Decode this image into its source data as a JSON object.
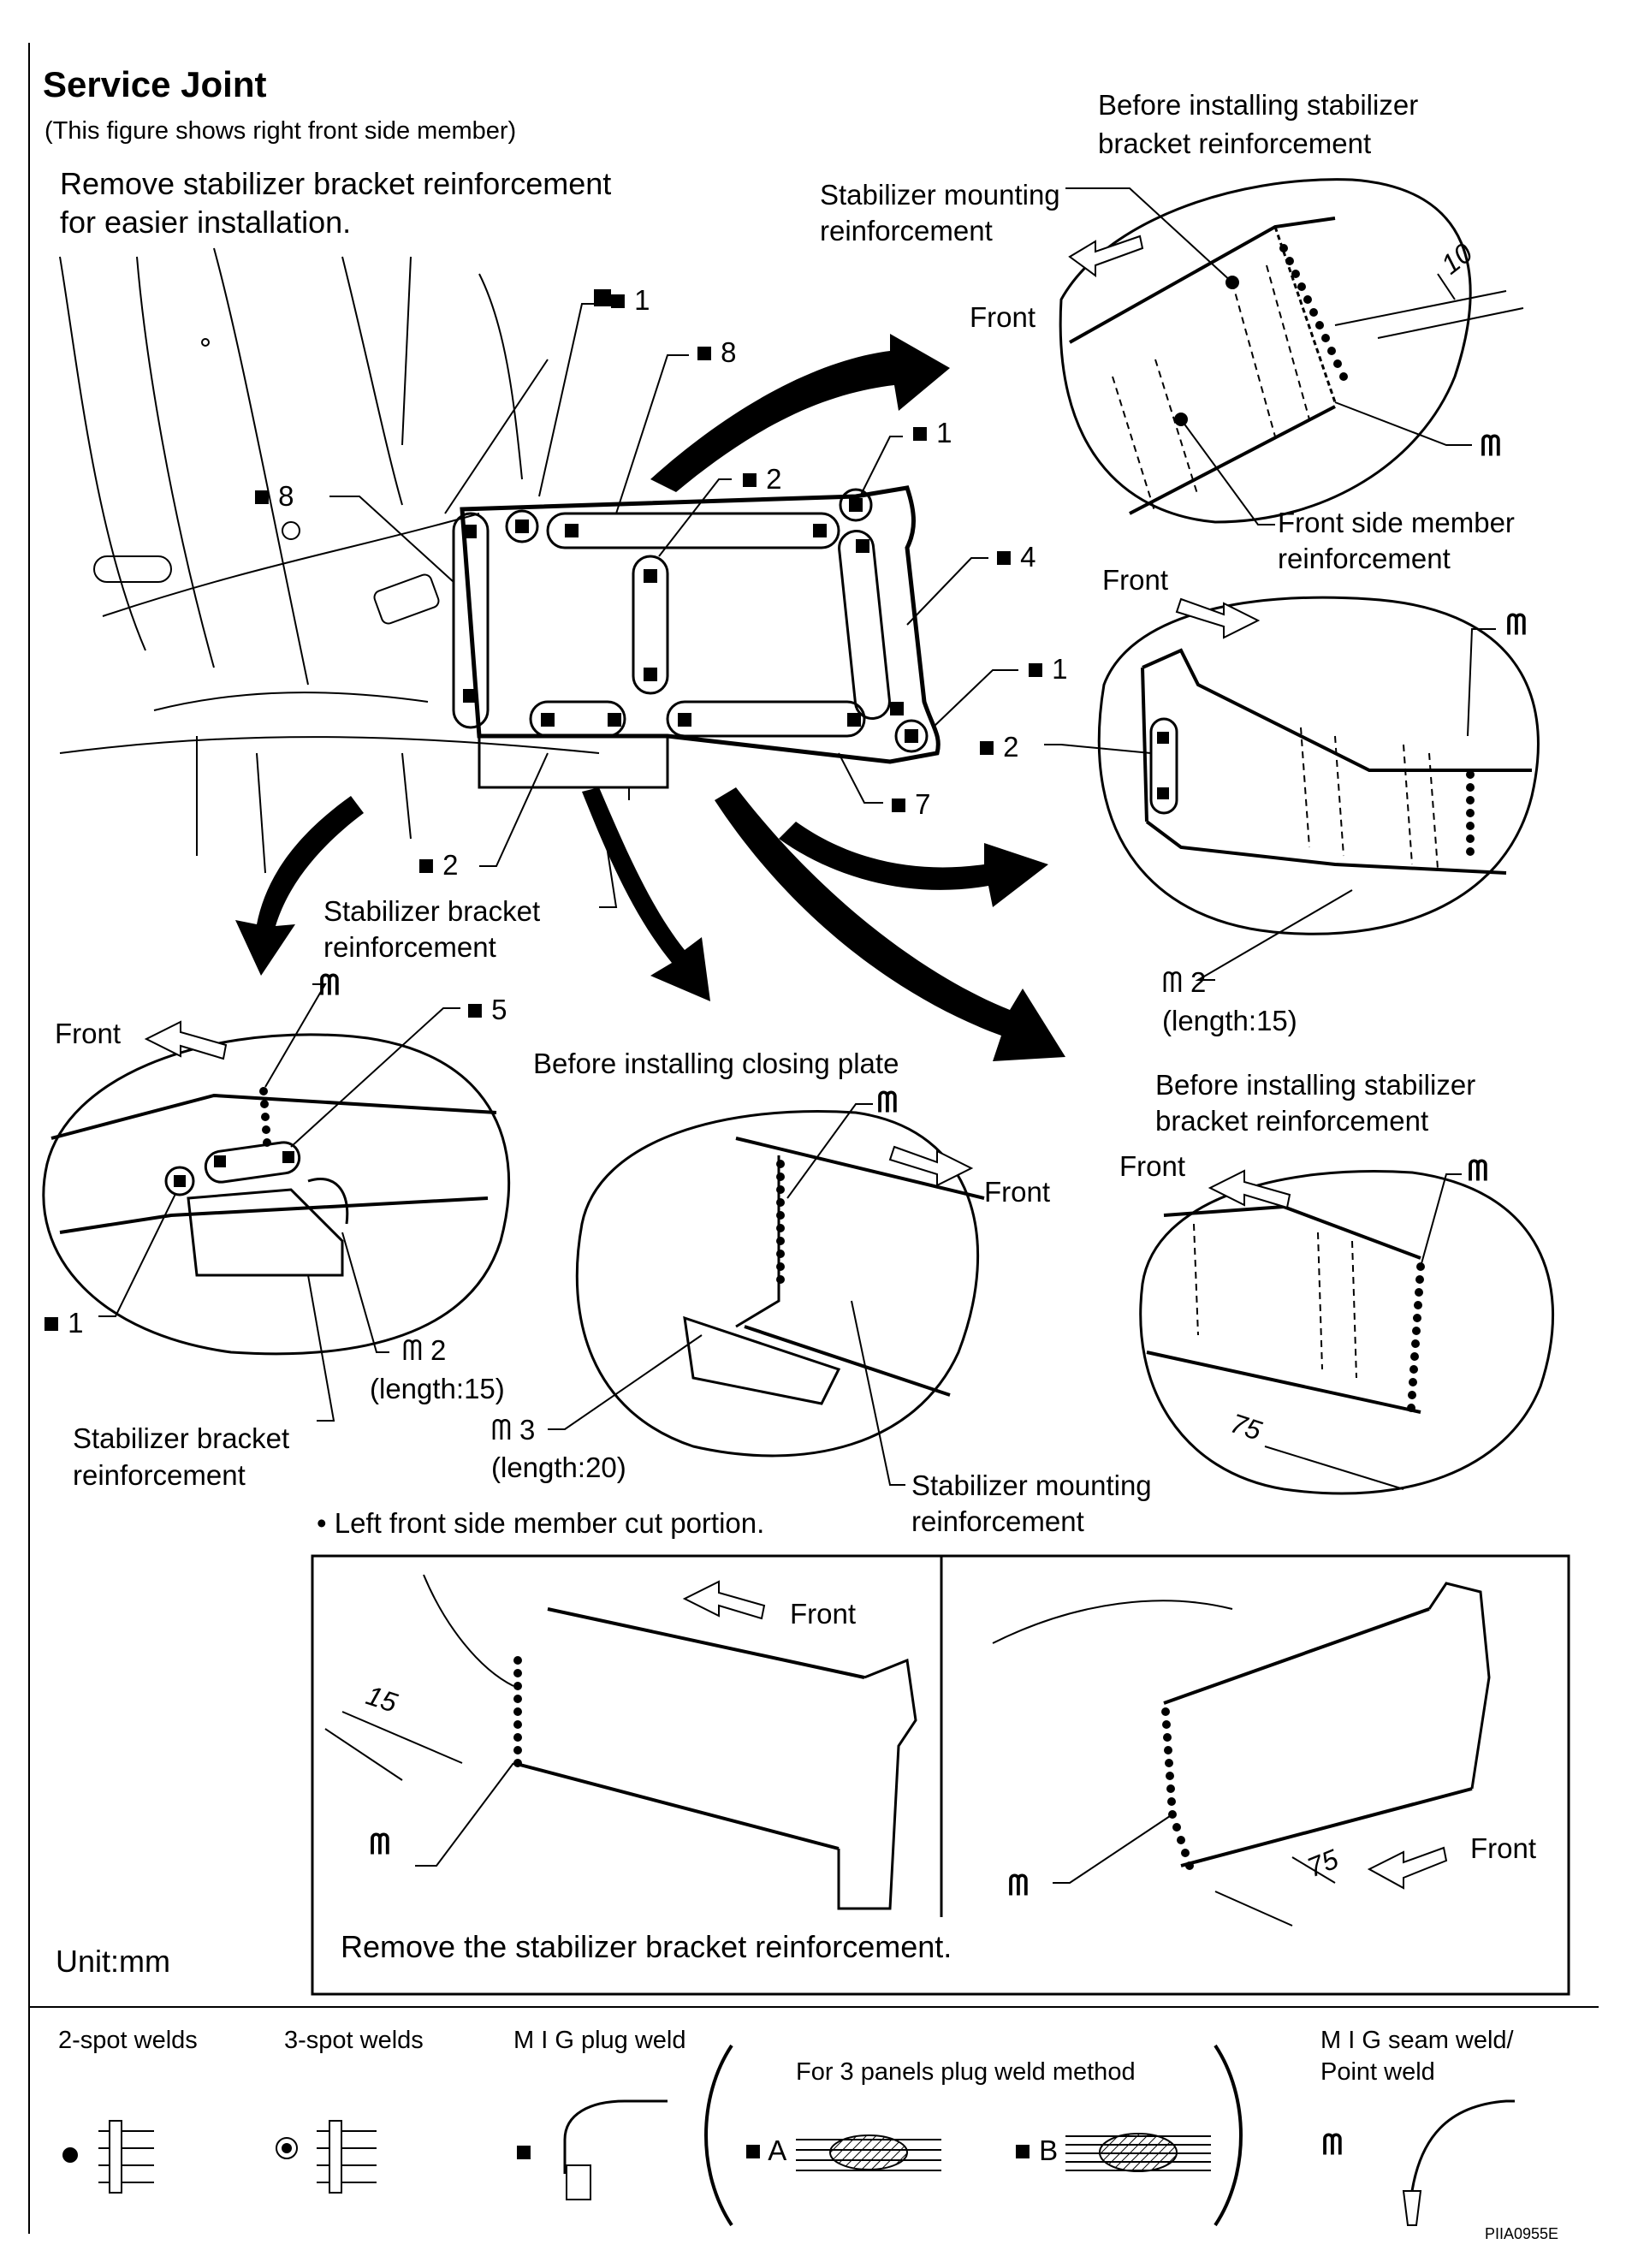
{
  "header": {
    "title": "Service Joint",
    "subtitle": "(This figure shows right front side member)",
    "instruction": [
      "Remove stabilizer bracket reinforcement",
      "for easier installation."
    ]
  },
  "callouts": {
    "c1": "■ 1",
    "c2": "■ 2",
    "c4": "■ 4",
    "c5": "■ 5",
    "c7": "■ 7",
    "c8": "■ 8",
    "mig": "ᗰ",
    "mig2": "ᗰ 2",
    "mig3": "ᗰ 3",
    "len15": "(length:15)",
    "len20": "(length:20)",
    "front": "Front"
  },
  "labels": {
    "before_bracket": [
      "Before installing stabilizer",
      "bracket reinforcement"
    ],
    "stab_mount_reinf": [
      "Stabilizer mounting",
      "reinforcement"
    ],
    "front_side_member_reinf": [
      "Front side member",
      "reinforcement"
    ],
    "stab_bracket_reinf": [
      "Stabilizer bracket",
      "reinforcement"
    ],
    "before_closing": "Before installing closing plate",
    "left_cut": "• Left front side member cut portion.",
    "remove_note": "Remove the stabilizer bracket reinforcement.",
    "unit": "Unit:mm"
  },
  "dimensions": {
    "d10": "10",
    "d15": "15",
    "d75": "75"
  },
  "legend": {
    "two_spot": "2-spot welds",
    "three_spot": "3-spot welds",
    "mig_plug": "M I G plug weld",
    "three_panels": "For 3 panels plug weld method",
    "method_a": "■ A",
    "method_b": "■ B",
    "seam": [
      "M I G seam weld/",
      "Point weld"
    ],
    "seam_symbol": "ᗰ",
    "plug_symbol": "■"
  },
  "figure_code": "PIIA0955E",
  "colors": {
    "ink": "#000000",
    "paper": "#ffffff"
  }
}
